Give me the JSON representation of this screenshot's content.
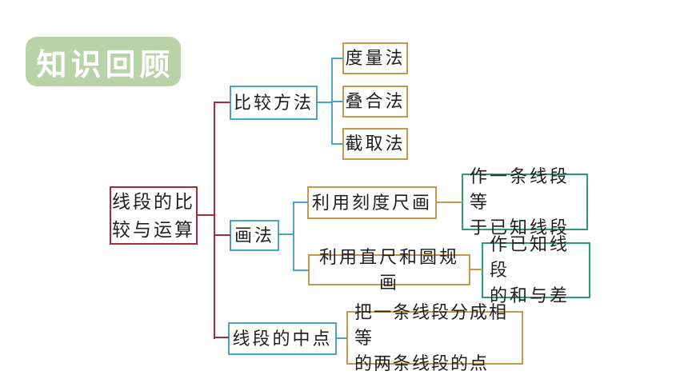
{
  "colors": {
    "badge_green": "#b8d3a6",
    "red": "#a12c3a",
    "blue": "#4aa3c8",
    "orange": "#c9964f",
    "green": "#2f9b74",
    "text": "#1f1f1f"
  },
  "badge": {
    "label": "知识回顾"
  },
  "nodes": {
    "root": {
      "label": "线段的比\n较与运算"
    },
    "compare_methods": {
      "label": "比较方法"
    },
    "measurement": {
      "label": "度量法"
    },
    "superposition": {
      "label": "叠合法"
    },
    "interception": {
      "label": "截取法"
    },
    "drawing_methods": {
      "label": "画法"
    },
    "ruler_drawing": {
      "label": "利用刻度尺画"
    },
    "compass_drawing": {
      "label": "利用直尺和圆规画"
    },
    "equal_segment": {
      "label": "作一条线段等\n于已知线段"
    },
    "sum_difference": {
      "label": "作已知线段\n的和与差"
    },
    "midpoint": {
      "label": "线段的中点"
    },
    "midpoint_definition": {
      "label": "把一条线段分成相等\n的两条线段的点"
    }
  }
}
